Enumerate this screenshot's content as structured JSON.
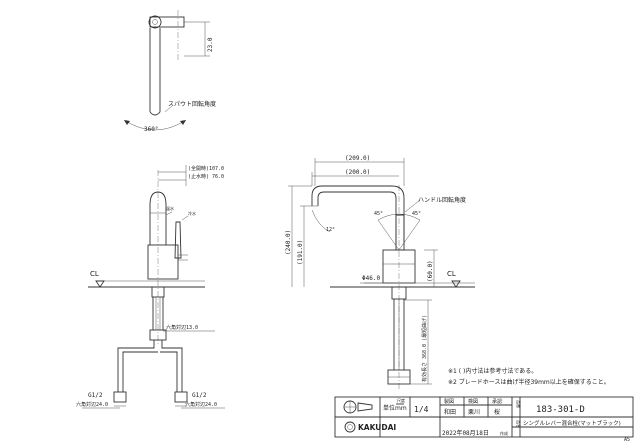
{
  "dimensions": {
    "d23": "23.0",
    "d107": "(全開時)107.0",
    "d76": "(止水時) 76.0",
    "d209": "(209.0)",
    "d200": "(200.0)",
    "d240": "(240.0)",
    "d191": "(191.0)",
    "d60": "(60.0)",
    "dia46": "Φ46.0",
    "hex13": "六角対辺13.0",
    "hex24a": "六角対辺24.0",
    "hex24b": "六角対辺24.0",
    "hose_len": "有効長さ 368.0 (最短曲げ)",
    "angle_12": "12°",
    "angle_45a": "45°",
    "angle_45b": "45°",
    "angle_360": "360°"
  },
  "labels": {
    "spout_rotation": "スパウト回転角度",
    "handle_rotation": "ハンドル回転角度",
    "cl_left": "CL",
    "cl_right": "CL",
    "g12_left": "G1/2",
    "g12_right": "G1/2",
    "hot": "温水",
    "cold": "冷水"
  },
  "notes": {
    "note1": "※1 ( )内寸法は参考寸法である。",
    "note2": "※2 ブレードホースは曲げ半径39mm以上を確保すること。"
  },
  "title_block": {
    "scale_label": "単位mm",
    "scale_header": "尺度",
    "scale_value": "1/4",
    "h_seizu": "製図",
    "h_kenzu": "検図",
    "h_shonin": "承認",
    "name1": "和田",
    "name2": "栗川",
    "name3": "桜",
    "h_hinban": "品番",
    "h_hinmei": "品名",
    "part_number": "183-301-D",
    "product_name": "シングルレバー混合栓(マットブラック)",
    "brand": "KAKUDAI",
    "date": "2022年08月18日",
    "date_suffix": "作成",
    "sheet": "A5"
  }
}
